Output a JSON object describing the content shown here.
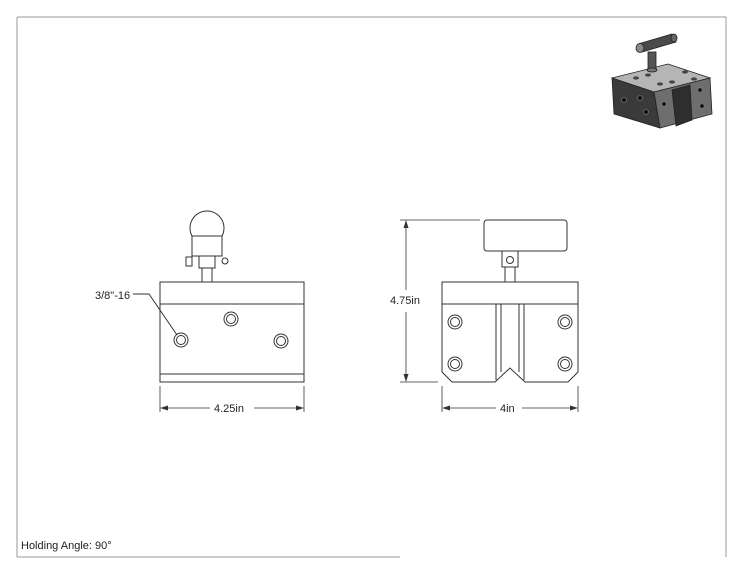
{
  "caption": "Holding Angle: 90°",
  "dimensions": {
    "thread": "3/8\"-16",
    "front_width": "4.25in",
    "height": "4.75in",
    "side_width": "4in"
  },
  "colors": {
    "line": "#333333",
    "border": "#999999",
    "iso_dark": "#3a3a3a",
    "iso_mid": "#6e6e6e",
    "iso_light": "#b5b5b5"
  }
}
